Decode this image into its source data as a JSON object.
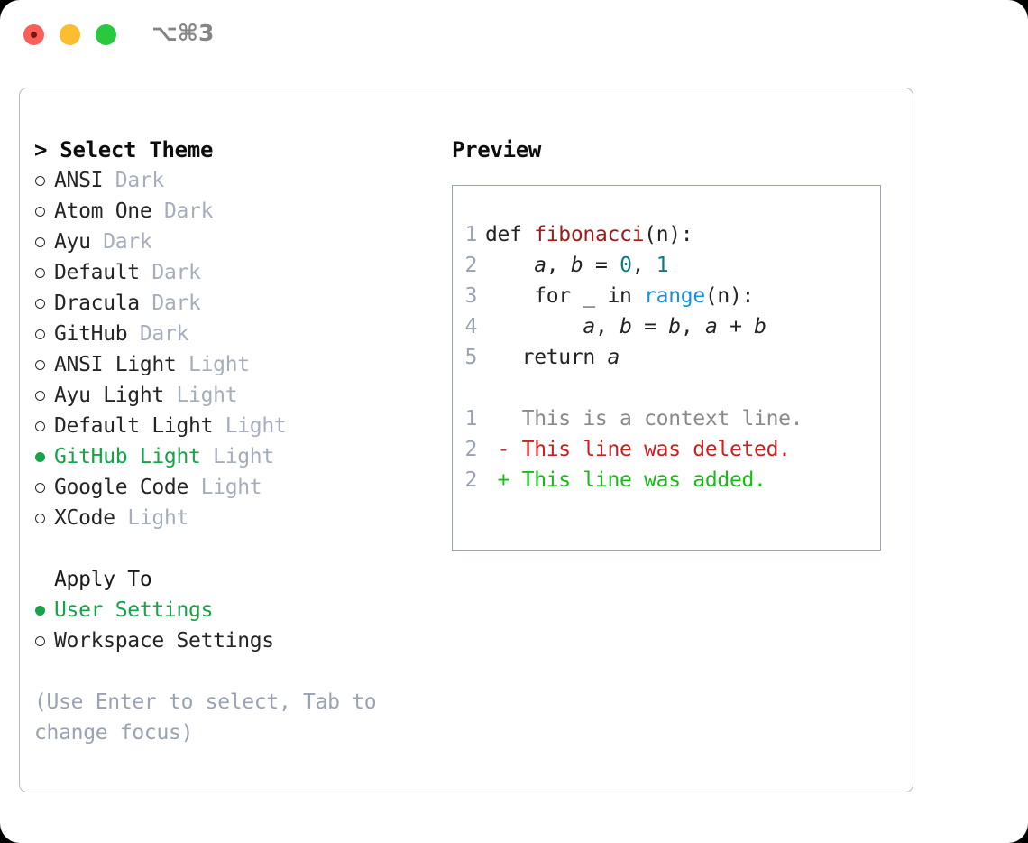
{
  "window": {
    "shortcut": "⌥⌘3",
    "traffic_lights": [
      {
        "name": "close",
        "color": "#fb6058"
      },
      {
        "name": "minimize",
        "color": "#fcbd2f"
      },
      {
        "name": "maximize",
        "color": "#28c93f"
      }
    ]
  },
  "theme_picker": {
    "title": "> Select Theme",
    "accent_color": "#17a34a",
    "muted_color": "#a6aebb",
    "options": [
      {
        "name": "ANSI",
        "kind": "Dark",
        "selected": false
      },
      {
        "name": "Atom One",
        "kind": "Dark",
        "selected": false
      },
      {
        "name": "Ayu",
        "kind": "Dark",
        "selected": false
      },
      {
        "name": "Default",
        "kind": "Dark",
        "selected": false
      },
      {
        "name": "Dracula",
        "kind": "Dark",
        "selected": false
      },
      {
        "name": "GitHub",
        "kind": "Dark",
        "selected": false
      },
      {
        "name": "ANSI Light",
        "kind": "Light",
        "selected": false
      },
      {
        "name": "Ayu Light",
        "kind": "Light",
        "selected": false
      },
      {
        "name": "Default Light",
        "kind": "Light",
        "selected": false
      },
      {
        "name": "GitHub Light",
        "kind": "Light",
        "selected": true
      },
      {
        "name": "Google Code",
        "kind": "Light",
        "selected": false
      },
      {
        "name": "XCode",
        "kind": "Light",
        "selected": false
      }
    ]
  },
  "apply_to": {
    "title": "Apply To",
    "options": [
      {
        "name": "User Settings",
        "selected": true
      },
      {
        "name": "Workspace Settings",
        "selected": false
      }
    ]
  },
  "hint": "(Use Enter to select, Tab to change focus)",
  "preview": {
    "title": "Preview",
    "code": [
      {
        "lineno": "1",
        "tokens": [
          {
            "t": "def ",
            "c": "plain"
          },
          {
            "t": "fibonacci",
            "c": "fn"
          },
          {
            "t": "(n):",
            "c": "plain"
          }
        ]
      },
      {
        "lineno": "2",
        "tokens": [
          {
            "t": "    ",
            "c": "plain"
          },
          {
            "t": "a",
            "c": "var"
          },
          {
            "t": ", ",
            "c": "plain"
          },
          {
            "t": "b",
            "c": "var"
          },
          {
            "t": " = ",
            "c": "plain"
          },
          {
            "t": "0",
            "c": "num"
          },
          {
            "t": ", ",
            "c": "plain"
          },
          {
            "t": "1",
            "c": "num"
          }
        ]
      },
      {
        "lineno": "3",
        "tokens": [
          {
            "t": "    for _ in ",
            "c": "plain"
          },
          {
            "t": "range",
            "c": "bi"
          },
          {
            "t": "(n):",
            "c": "plain"
          }
        ]
      },
      {
        "lineno": "4",
        "tokens": [
          {
            "t": "        ",
            "c": "plain"
          },
          {
            "t": "a",
            "c": "var"
          },
          {
            "t": ", ",
            "c": "plain"
          },
          {
            "t": "b",
            "c": "var"
          },
          {
            "t": " = ",
            "c": "plain"
          },
          {
            "t": "b",
            "c": "var"
          },
          {
            "t": ", ",
            "c": "plain"
          },
          {
            "t": "a",
            "c": "var"
          },
          {
            "t": " + ",
            "c": "plain"
          },
          {
            "t": "b",
            "c": "var"
          }
        ]
      },
      {
        "lineno": "5",
        "tokens": [
          {
            "t": "   return ",
            "c": "plain"
          },
          {
            "t": "a",
            "c": "var"
          }
        ]
      }
    ],
    "diff": [
      {
        "lineno": "1",
        "marker": "  ",
        "text": "This is a context line.",
        "kind": "ctx"
      },
      {
        "lineno": "2",
        "marker": "- ",
        "text": "This line was deleted.",
        "kind": "del"
      },
      {
        "lineno": "2",
        "marker": "+ ",
        "text": "This line was added.",
        "kind": "add"
      }
    ]
  }
}
